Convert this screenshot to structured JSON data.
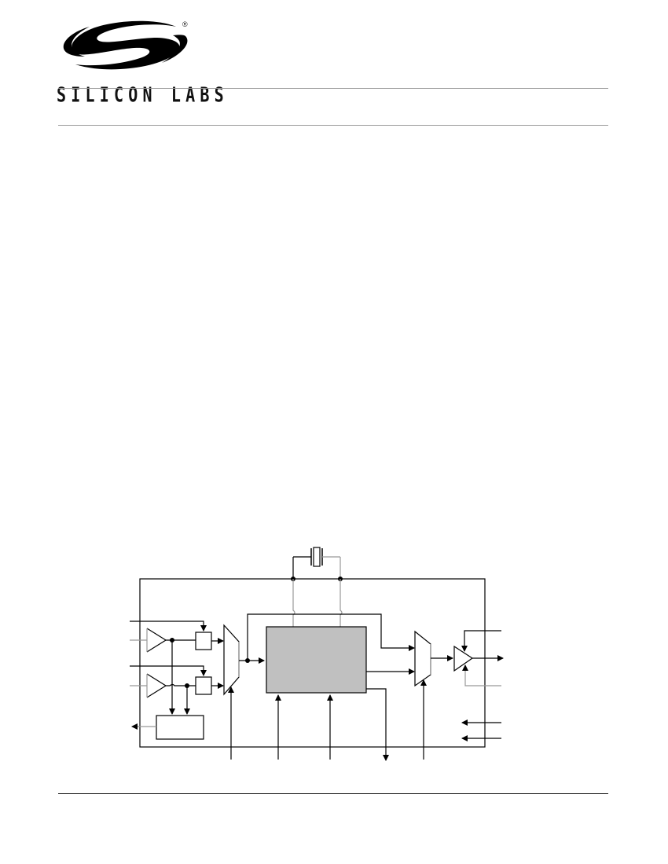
{
  "header": {
    "logo": {
      "brand_text": "SILICON LABS",
      "registered_mark": "®",
      "icon": "silicon-labs-s-logo-icon"
    }
  },
  "body": {
    "text_blocks": []
  },
  "figure": {
    "type": "block-diagram",
    "labels": [],
    "colors": {
      "line": "#000000",
      "secondary_line": "#999999",
      "core_block_fill": "#c0c0c0"
    },
    "components": [
      {
        "id": "crystal",
        "kind": "crystal-resonator"
      },
      {
        "id": "buffer-1",
        "kind": "input-buffer"
      },
      {
        "id": "buffer-2",
        "kind": "input-buffer"
      },
      {
        "id": "block-1",
        "kind": "small-block"
      },
      {
        "id": "block-2",
        "kind": "small-block"
      },
      {
        "id": "mux-1",
        "kind": "multiplexer"
      },
      {
        "id": "detector-block",
        "kind": "block"
      },
      {
        "id": "core-block",
        "kind": "shaded-core-block"
      },
      {
        "id": "mux-2",
        "kind": "multiplexer"
      },
      {
        "id": "output-driver",
        "kind": "output-buffer"
      }
    ]
  },
  "footer": {
    "text": []
  }
}
